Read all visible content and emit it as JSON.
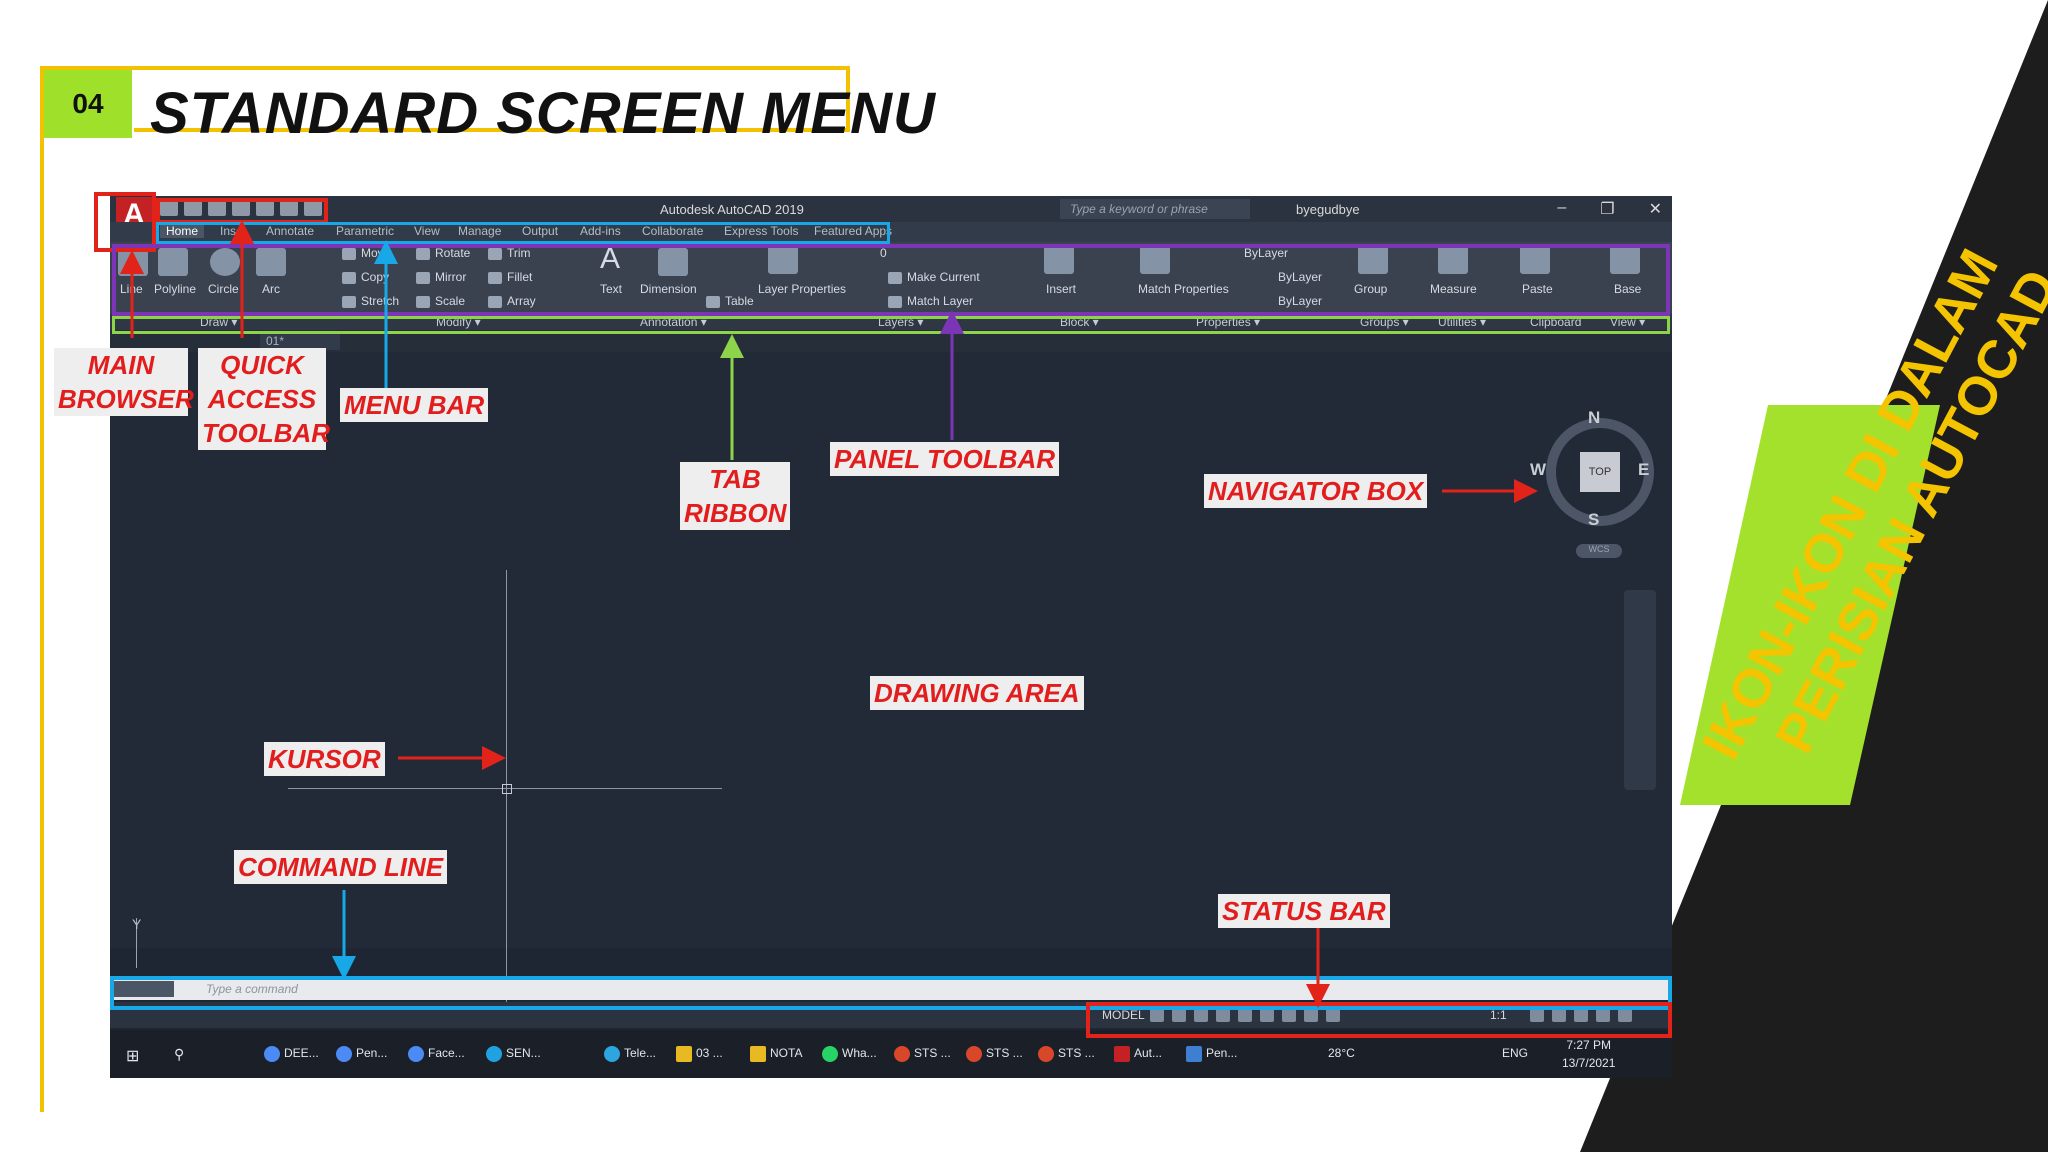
{
  "slide": {
    "number": "04",
    "title": "STANDARD SCREEN MENU",
    "side_text_line1": "IKON-IKON DI DALAM",
    "side_text_line2": "PERISIAN AUTOCAD"
  },
  "colors": {
    "accent_yellow": "#f2c200",
    "accent_green": "#9ee02a",
    "label_red": "#e11d1d",
    "frame_red": "#e2231a",
    "frame_blue": "#18a8e8",
    "frame_purple": "#7b35b6",
    "frame_green": "#8ed44a",
    "dark_bg": "#1d1d1d"
  },
  "window": {
    "logo": "A",
    "app_title": "Autodesk AutoCAD 2019",
    "search_placeholder": "Type a keyword or phrase",
    "user": "byegudbye"
  },
  "menu": [
    "Home",
    "Inse",
    "Annotate",
    "Parametric",
    "View",
    "Manage",
    "Output",
    "Add-ins",
    "Collaborate",
    "Express Tools",
    "Featured Apps"
  ],
  "ribbon": {
    "draw": [
      "Line",
      "Polyline",
      "Circle",
      "Arc"
    ],
    "modify": [
      "Move",
      "Rotate",
      "Trim",
      "Copy",
      "Mirror",
      "Fillet",
      "Stretch",
      "Scale",
      "Array"
    ],
    "annotation": [
      "Text",
      "Dimension",
      "Table"
    ],
    "layers": [
      "Layer Properties",
      "Make Current",
      "Match Layer",
      "0"
    ],
    "block": [
      "Insert"
    ],
    "properties": [
      "Match Properties",
      "ByLayer",
      "ByLayer",
      "ByLayer"
    ],
    "others": [
      "Group",
      "Measure",
      "Paste",
      "Base"
    ]
  },
  "panels": [
    "Draw ▾",
    "Modify ▾",
    "Annotation ▾",
    "Layers ▾",
    "Block ▾",
    "Properties ▾",
    "Groups ▾",
    "Utilities ▾",
    "Clipboard",
    "View ▾"
  ],
  "doc_tab": "01*",
  "navcube": {
    "n": "N",
    "s": "S",
    "e": "E",
    "w": "W",
    "top": "TOP",
    "wcs": "WCS"
  },
  "ucs_y": "Y",
  "command_placeholder": "Type a command",
  "status": {
    "model": "MODEL",
    "scale": "1:1"
  },
  "taskbar": {
    "items": [
      "DEE...",
      "Pen...",
      "Face...",
      "SEN...",
      "Tele...",
      "03 ...",
      "NOTA",
      "Wha...",
      "STS ...",
      "STS ...",
      "STS ...",
      "Aut...",
      "Pen..."
    ],
    "temp": "28°C",
    "lang": "ENG",
    "time": "7:27 PM",
    "date": "13/7/2021"
  },
  "labels": {
    "main_browser": "MAIN BROWSER",
    "quick_access": "QUICK ACCESS TOOLBAR",
    "menu_bar": "MENU BAR",
    "tab_ribbon": "TAB RIBBON",
    "panel_toolbar": "PANEL TOOLBAR",
    "navigator_box": "NAVIGATOR BOX",
    "drawing_area": "DRAWING AREA",
    "kursor": "KURSOR",
    "command_line": "COMMAND LINE",
    "status_bar": "STATUS BAR"
  }
}
